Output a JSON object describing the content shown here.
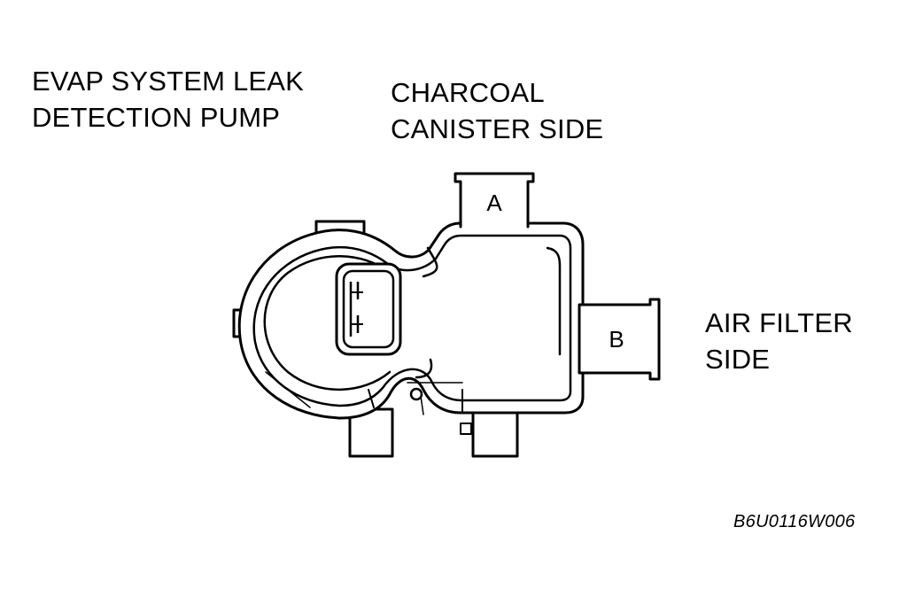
{
  "labels": {
    "title": "EVAP SYSTEM LEAK\nDETECTION PUMP",
    "charcoal_side": "CHARCOAL\nCANISTER SIDE",
    "air_filter_side": "AIR FILTER\nSIDE",
    "port_a": "A",
    "port_b": "B",
    "figure_code": "B6U0116W006"
  }
}
